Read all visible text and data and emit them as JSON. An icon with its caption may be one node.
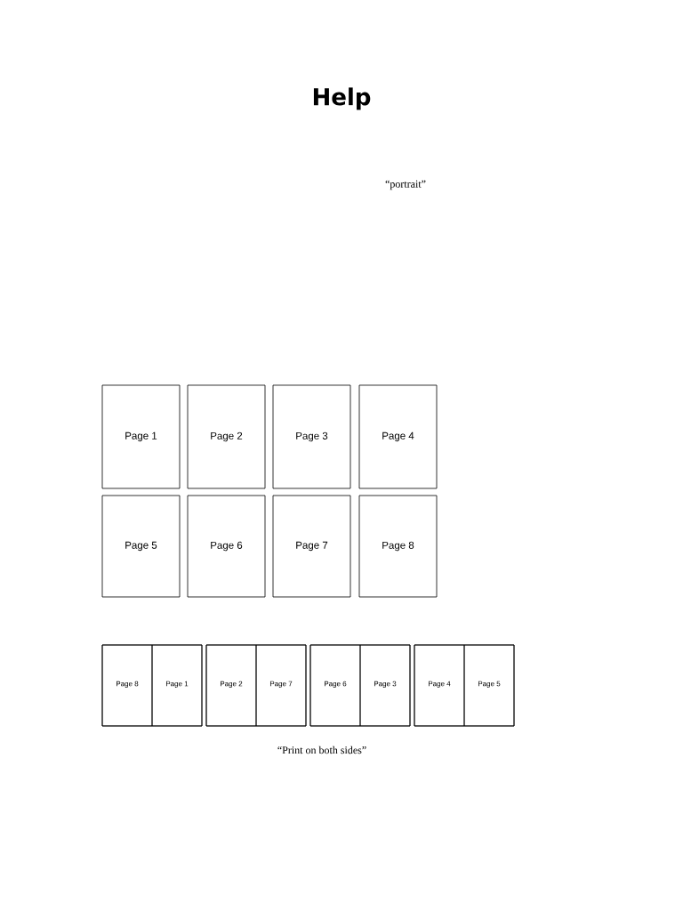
{
  "diagram": {
    "title": "Help",
    "nodes": [
      {
        "text": [
          "Page 1"
        ]
      },
      {
        "text": [
          "Page 2"
        ]
      },
      {
        "text": [
          "Page 3"
        ]
      },
      {
        "text": [
          "Page 4"
        ]
      },
      {
        "text": [
          "Page 5"
        ]
      },
      {
        "text": [
          "Page 6"
        ]
      },
      {
        "text": [
          "Page 7"
        ]
      },
      {
        "text": [
          "Page 8"
        ]
      },
      {
        "text": [],
        "shape": "box"
      },
      {
        "text": [
          "Page 8"
        ],
        "in": 8
      },
      {
        "text": [
          "Page 1"
        ],
        "in": 8
      },
      {
        "text": [],
        "shape": "box"
      },
      {
        "text": [
          "Page 2"
        ],
        "in": 11
      },
      {
        "text": [
          "Page 7"
        ],
        "in": 11
      },
      {
        "text": [],
        "shape": "box"
      },
      {
        "text": [
          "Page 6"
        ],
        "in": 14
      },
      {
        "text": [
          "Page 3"
        ],
        "in": 14
      },
      {
        "text": [],
        "shape": "box"
      },
      {
        "text": [
          "Page 4"
        ],
        "in": 17
      },
      {
        "text": [
          "Page 5"
        ],
        "in": 17
      }
    ],
    "labels": [
      "“portrait”",
      "“Print on both sides”"
    ]
  }
}
